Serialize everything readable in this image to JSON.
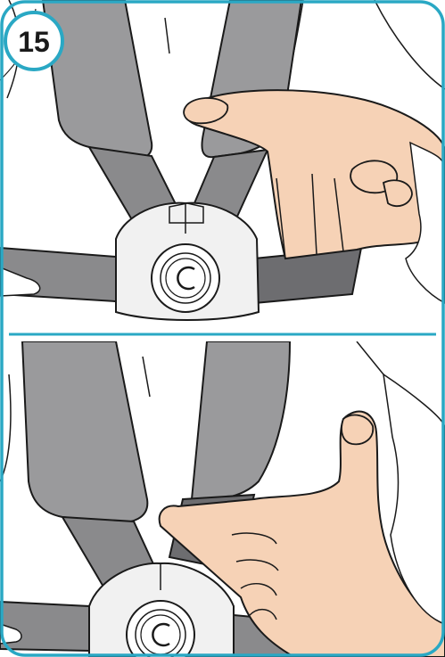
{
  "step": {
    "number": "15"
  },
  "colors": {
    "frame_accent": "#2aa8c4",
    "strap_gray": "#8a8a8c",
    "strap_dark": "#6d6d70",
    "pad_gray": "#9a9a9c",
    "buckle_light": "#f1f1f1",
    "skin": "#f6d2b6",
    "outline": "#1a1a1a"
  },
  "panels": [
    {
      "id": "top",
      "icon": "buckle-release-icon"
    },
    {
      "id": "bottom",
      "icon": "buckle-release-icon"
    }
  ]
}
